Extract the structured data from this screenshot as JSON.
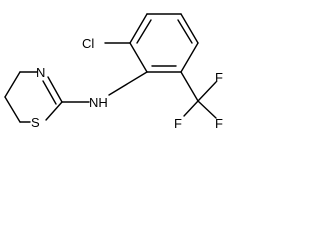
{
  "molecule": {
    "atoms": {
      "n_ring": "N",
      "s_ring": "S",
      "n_amine": "NH",
      "cl": "Cl",
      "f_top": "F",
      "f_left": "F",
      "f_right": "F"
    }
  }
}
